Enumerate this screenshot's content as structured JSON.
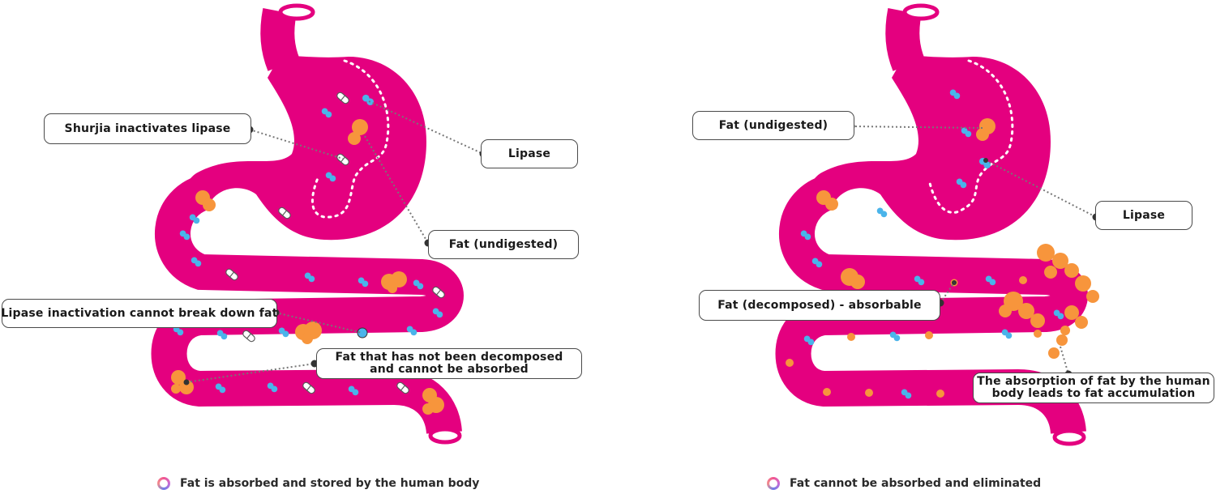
{
  "colors": {
    "tract": "#e4007f",
    "fat": "#f7953c",
    "lipase": "#4ab4ea",
    "outline": "#4a4a4a",
    "leader": "#777777"
  },
  "left_diagram": {
    "labels": {
      "shurjia": "Shurjia inactivates lipase",
      "lipase": "Lipase",
      "fat_undigested": "Fat (undigested)",
      "inactivation": "Lipase inactivation cannot break down fat",
      "not_decomposed_line1": "Fat that has not been decomposed",
      "not_decomposed_line2": "and cannot be absorbed"
    },
    "caption": "Fat is absorbed and stored by the human body",
    "caption_icon": "gradient-ring-icon"
  },
  "right_diagram": {
    "labels": {
      "fat_undigested": "Fat (undigested)",
      "lipase": "Lipase",
      "decomposed": "Fat (decomposed) - absorbable",
      "accumulation_line1": "The absorption of fat by the human",
      "accumulation_line2": "body leads to fat accumulation"
    },
    "caption": "Fat cannot be absorbed and eliminated",
    "caption_icon": "gradient-ring-icon"
  }
}
